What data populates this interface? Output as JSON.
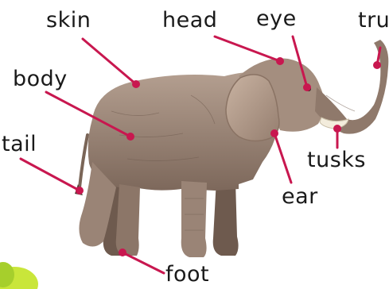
{
  "labels": {
    "skin": "skin",
    "head": "head",
    "eye": "eye",
    "trunk": "tru",
    "body": "body",
    "tail": "tail",
    "tusks": "tusks",
    "ear": "ear",
    "foot": "foot"
  },
  "colors": {
    "leader_line": "#c8174f",
    "leader_dot": "#c8174f",
    "elephant_skin": "#9c8676",
    "elephant_shadow": "#6e5a4e",
    "tusk": "#f3ecdc",
    "corner_leaf": "#c9e63a"
  }
}
